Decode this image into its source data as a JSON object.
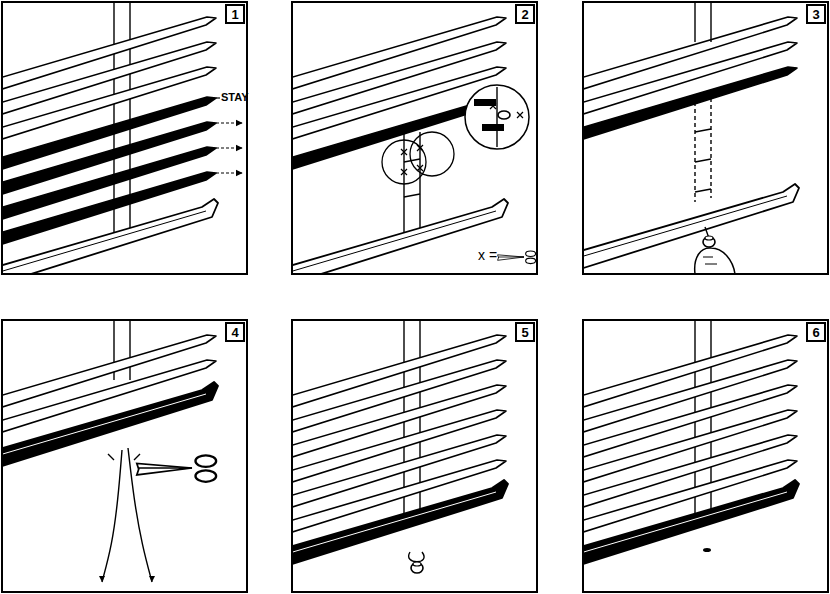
{
  "diagram": {
    "nodes": [
      {
        "text": [
          "1"
        ]
      },
      {
        "text": [
          "2"
        ]
      },
      {
        "text": [
          "3"
        ]
      },
      {
        "text": [
          "4"
        ]
      },
      {
        "text": [
          "5"
        ]
      },
      {
        "text": [
          "6"
        ]
      }
    ],
    "labels": [
      "STAY",
      "x ="
    ]
  }
}
